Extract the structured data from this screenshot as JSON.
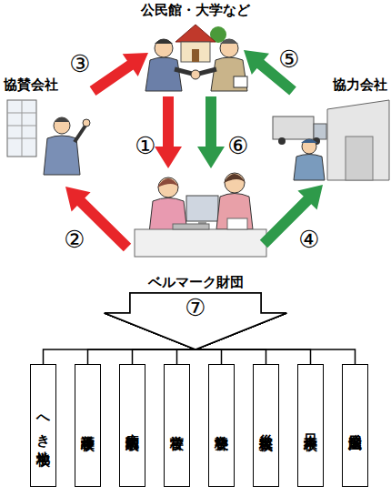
{
  "diagram": {
    "nodes": [
      {
        "text": [
          "公民館・大学など"
        ]
      },
      {
        "text": [
          "協賛会社"
        ]
      },
      {
        "text": [
          "協力会社"
        ]
      },
      {
        "text": [
          "ベルマーク財団"
        ]
      },
      {
        "text": [
          "へき地学校"
        ]
      },
      {
        "text": [
          "養護学校"
        ]
      },
      {
        "text": [
          "病院内学級"
        ]
      },
      {
        "text": [
          "盲学校"
        ]
      },
      {
        "text": [
          "聾学校"
        ]
      },
      {
        "text": [
          "災害被災校"
        ]
      },
      {
        "text": [
          "日本人学校"
        ]
      },
      {
        "text": [
          "発展途上国"
        ]
      }
    ],
    "edges": [
      {
        "from": 0,
        "to": 3,
        "arrow": "to",
        "label": "①"
      },
      {
        "from": 3,
        "to": 1,
        "arrow": "to",
        "label": "②"
      },
      {
        "from": 1,
        "to": 0,
        "arrow": "to",
        "label": "③"
      },
      {
        "from": 3,
        "to": 2,
        "arrow": "to",
        "label": "④"
      },
      {
        "from": 2,
        "to": 0,
        "arrow": "to",
        "label": "⑤"
      },
      {
        "from": 0,
        "to": 3,
        "arrow": "to",
        "label": "⑥"
      },
      {
        "from": 3,
        "to": 4,
        "arrow": "to",
        "label": "⑦"
      },
      {
        "from": 3,
        "to": 5,
        "arrow": "to"
      },
      {
        "from": 3,
        "to": 6,
        "arrow": "to"
      },
      {
        "from": 3,
        "to": 7,
        "arrow": "to"
      },
      {
        "from": 3,
        "to": 8,
        "arrow": "to"
      },
      {
        "from": 3,
        "to": 9,
        "arrow": "to"
      },
      {
        "from": 3,
        "to": 10,
        "arrow": "to"
      },
      {
        "from": 3,
        "to": 11,
        "arrow": "to"
      }
    ]
  }
}
